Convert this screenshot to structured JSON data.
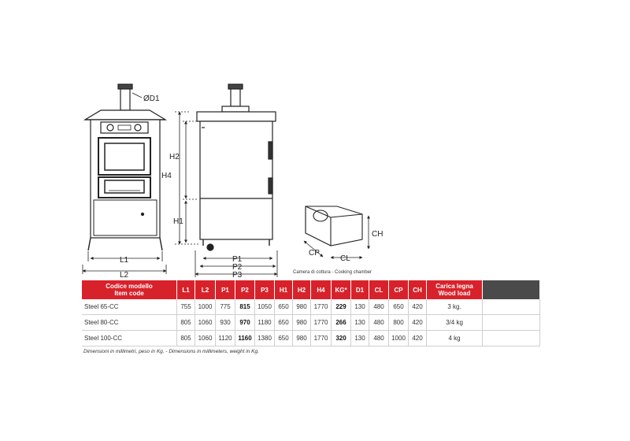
{
  "labels": {
    "d1": "ØD1",
    "h2": "H2",
    "h4": "H4",
    "h1": "H1",
    "l1": "L1",
    "l2": "L2",
    "p1": "P1",
    "p2": "P2",
    "p3": "P3",
    "ch": "CH",
    "cp": "CP",
    "cl": "CL",
    "chamber_caption": "Camera di cottura - Cooking chamber"
  },
  "table": {
    "header": {
      "model_it": "Codice modello",
      "model_en": "Item  code",
      "cols": [
        "L1",
        "L2",
        "P1",
        "P2",
        "P3",
        "H1",
        "H2",
        "H4",
        "KG*",
        "D1",
        "CL",
        "CP",
        "CH"
      ],
      "load_it": "Carica legna",
      "load_en": "Wood load"
    },
    "rows": [
      {
        "model": "Steel 65-CC",
        "vals": [
          "755",
          "1000",
          "775",
          "815",
          "1050",
          "650",
          "980",
          "1770",
          "229",
          "130",
          "480",
          "650",
          "420"
        ],
        "load": "3 kg."
      },
      {
        "model": "Steel 80-CC",
        "vals": [
          "805",
          "1060",
          "930",
          "970",
          "1180",
          "650",
          "980",
          "1770",
          "266",
          "130",
          "480",
          "800",
          "420"
        ],
        "load": "3/4 kg"
      },
      {
        "model": "Steel 100-CC",
        "vals": [
          "805",
          "1060",
          "1120",
          "1160",
          "1380",
          "650",
          "980",
          "1770",
          "320",
          "130",
          "480",
          "1000",
          "420"
        ],
        "load": "4 kg"
      }
    ]
  },
  "footnote": "Dimensioni in millimetri, peso in Kg.   - Dimensions in millimeters, weight in Kg.",
  "colors": {
    "header_red": "#d8222b",
    "header_dark": "#4a4a4a"
  }
}
